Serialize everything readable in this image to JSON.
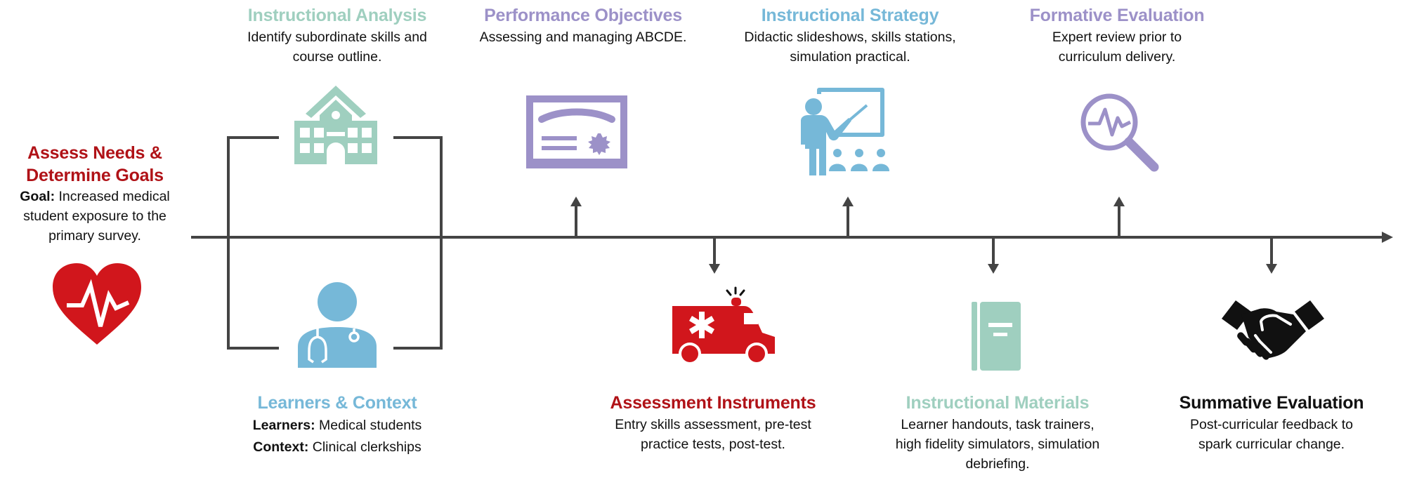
{
  "colors": {
    "red": "#b01217",
    "icon_red": "#d1161c",
    "teal": "#9fcfbf",
    "blue": "#76b8d8",
    "purple": "#9c91c8",
    "black": "#111111",
    "line": "#444444"
  },
  "stages": {
    "assess": {
      "title_line1": "Assess Needs &",
      "title_line2": "Determine Goals",
      "label": "Goal:",
      "desc": "Increased medical student exposure to the primary survey.",
      "icon": "heart-pulse-icon"
    },
    "instructional_analysis": {
      "title": "Instructional Analysis",
      "desc_line1": "Identify subordinate skills and",
      "desc_line2": "course outline.",
      "icon": "school-building-icon"
    },
    "learners_context": {
      "title": "Learners & Context",
      "learners_label": "Learners:",
      "learners_value": "Medical students",
      "context_label": "Context:",
      "context_value": "Clinical clerkships",
      "icon": "doctor-stethoscope-icon"
    },
    "performance_objectives": {
      "title": "Performance Objectives",
      "desc": "Assessing and managing ABCDE.",
      "icon": "certificate-icon"
    },
    "assessment_instruments": {
      "title": "Assessment Instruments",
      "desc_line1": "Entry skills assessment, pre-test",
      "desc_line2": "practice tests, post-test.",
      "icon": "ambulance-icon"
    },
    "instructional_strategy": {
      "title": "Instructional Strategy",
      "desc_line1": "Didactic slideshows, skills stations,",
      "desc_line2": "simulation practical.",
      "icon": "teacher-presentation-icon"
    },
    "instructional_materials": {
      "title": "Instructional Materials",
      "desc_line1": "Learner handouts, task trainers,",
      "desc_line2": "high fidelity simulators, simulation",
      "desc_line3": "debriefing.",
      "icon": "notebook-icon"
    },
    "formative_evaluation": {
      "title": "Formative Evaluation",
      "desc_line1": "Expert review prior to",
      "desc_line2": "curriculum delivery.",
      "icon": "magnifier-pulse-icon"
    },
    "summative_evaluation": {
      "title": "Summative Evaluation",
      "desc_line1": "Post-curricular feedback to",
      "desc_line2": "spark curricular change.",
      "icon": "handshake-icon"
    }
  }
}
